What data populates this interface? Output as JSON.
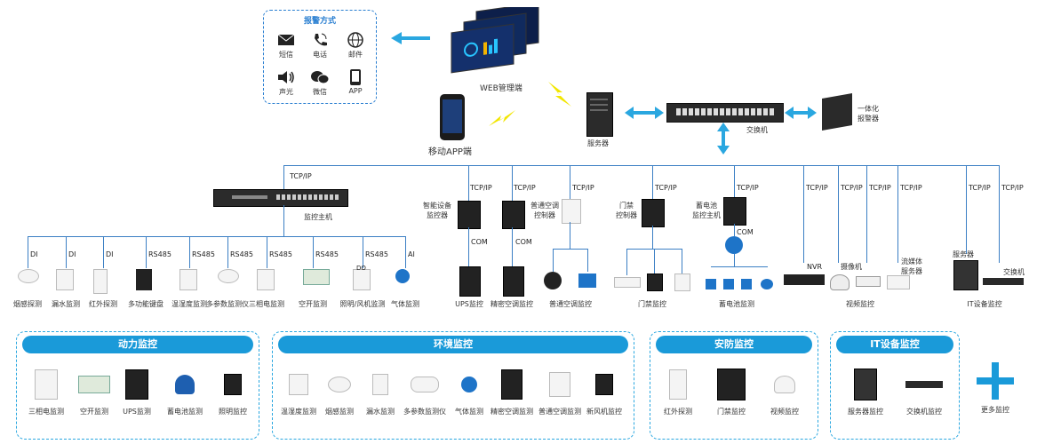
{
  "alarm": {
    "title": "报警方式",
    "items": [
      "短信",
      "电话",
      "邮件",
      "声光",
      "微信",
      "APP"
    ]
  },
  "top": {
    "web": "WEB管理端",
    "app": "移动APP端",
    "server": "服务器",
    "switch": "交换机",
    "alarm_unit": "一体化\n报警器"
  },
  "host": {
    "label": "监控主机",
    "tcp": "TCP/IP"
  },
  "left_devices": [
    {
      "proto": "DI",
      "label": "烟感探测"
    },
    {
      "proto": "DI",
      "label": "漏水监测"
    },
    {
      "proto": "DI",
      "label": "红外探测"
    },
    {
      "proto": "RS485",
      "label": "多功能键盘"
    },
    {
      "proto": "RS485",
      "label": "温湿度监测"
    },
    {
      "proto": "RS485",
      "label": "多参数监测仪"
    },
    {
      "proto": "RS485",
      "label": "三相电监测"
    },
    {
      "proto": "RS485",
      "label": "空开监测"
    },
    {
      "proto": "RS485",
      "label": "照明/风机监测"
    },
    {
      "proto": "AI",
      "label": "气体监测"
    }
  ],
  "do_label": "DO",
  "mid": {
    "smart_ctrl": "智能设备\n监控器",
    "ac_ctrl": "普通空调\n控制器",
    "door_ctrl": "门禁\n控制器",
    "battery_host": "蓄电池\n监控主机",
    "com": "COM",
    "tcp": "TCP/IP",
    "ups": "UPS监控",
    "precision_ac": "精密空调监控",
    "normal_ac": "普通空调监控",
    "door": "门禁监控",
    "battery": "蓄电池监测",
    "nvr": "NVR",
    "camera": "摄像机",
    "stream": "流媒体\n服务器",
    "video": "视频监控",
    "server": "服务器",
    "switch": "交换机",
    "it": "IT设备监控"
  },
  "panels": [
    {
      "title": "动力监控",
      "items": [
        "三相电监测",
        "空开监测",
        "UPS监测",
        "蓄电池监测",
        "照明监控"
      ]
    },
    {
      "title": "环境监控",
      "items": [
        "温湿度监测",
        "烟感监测",
        "漏水监测",
        "多参数监测仪",
        "气体监测",
        "精密空调监测",
        "普通空调监测",
        "新风机监控"
      ]
    },
    {
      "title": "安防监控",
      "items": [
        "红外探测",
        "门禁监控",
        "视频监控"
      ]
    },
    {
      "title": "IT设备监控",
      "items": [
        "服务器监控",
        "交换机监控"
      ]
    }
  ],
  "more": "更多监控",
  "colors": {
    "accent": "#1a9ad9",
    "line": "#3b7fc4",
    "arrow": "#2aa7e0",
    "lightning": "#f2e600"
  }
}
